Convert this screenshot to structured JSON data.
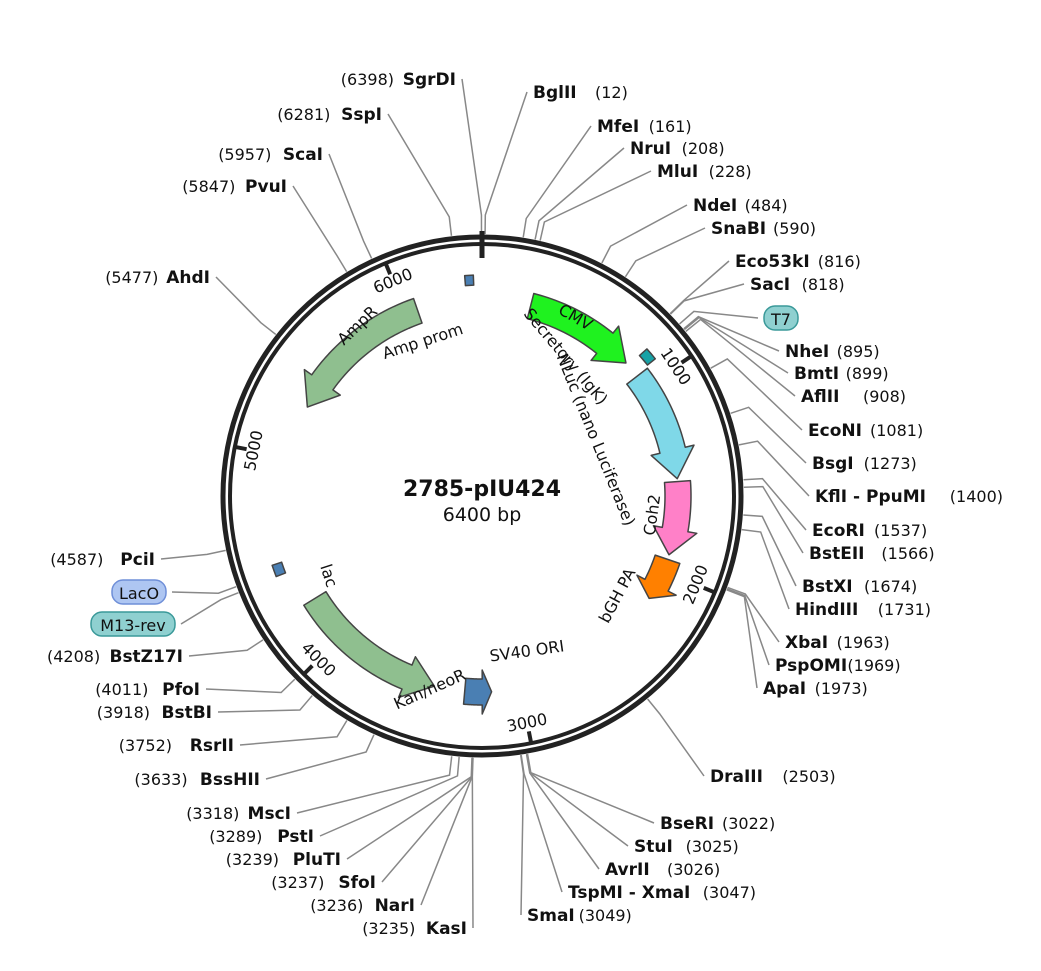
{
  "plasmid": {
    "name": "2785-pIU424",
    "length_label": "6400 bp",
    "length": 6400
  },
  "ticks": [
    {
      "pos": 1000,
      "label": "1000"
    },
    {
      "pos": 2000,
      "label": "2000"
    },
    {
      "pos": 3000,
      "label": "3000"
    },
    {
      "pos": 4000,
      "label": "4000"
    },
    {
      "pos": 5000,
      "label": "5000"
    },
    {
      "pos": 6000,
      "label": "6000"
    }
  ],
  "features": [
    {
      "name": "CMV",
      "start": 255,
      "end": 840,
      "color": "#1ff21f",
      "dir": 1
    },
    {
      "name": "Secretory (IgK)",
      "start": 858,
      "end": 918,
      "color": "#17a2a6",
      "dir": 1
    },
    {
      "name": "NLuc (nano Luciferase)",
      "start": 930,
      "end": 1510,
      "color": "#7fd8e8",
      "dir": 1
    },
    {
      "name": "Coh2",
      "start": 1525,
      "end": 1910,
      "color": "#ff80c8",
      "dir": 1
    },
    {
      "name": "bGH PA",
      "start": 1935,
      "end": 2160,
      "color": "#ff8000",
      "dir": 1
    },
    {
      "name": "SV40 ORI",
      "start": 3150,
      "end": 3290,
      "color": "#4a7fb3",
      "dir": -1
    },
    {
      "name": "Kan/neoR",
      "start": 3450,
      "end": 4240,
      "color": "#8fbf8f",
      "dir": -1
    },
    {
      "name": "lac",
      "start": 4420,
      "end": 4475,
      "color": "#4a7fb3",
      "dir": -1
    },
    {
      "name": "AmpR",
      "start": 5280,
      "end": 6060,
      "color": "#8fbf8f",
      "dir": -1
    },
    {
      "name": "Amp prom",
      "start": 6320,
      "end": 6360,
      "color": "#4a7fb3",
      "dir": -1
    }
  ],
  "sites": [
    {
      "name": "SgrDI",
      "pos": "(6398)",
      "p": 6398,
      "side": "L"
    },
    {
      "name": "SspI",
      "pos": "(6281)",
      "p": 6281,
      "side": "L"
    },
    {
      "name": "ScaI",
      "pos": "(5957)",
      "p": 5957,
      "side": "L"
    },
    {
      "name": "PvuI",
      "pos": "(5847)",
      "p": 5847,
      "side": "L"
    },
    {
      "name": "AhdI",
      "pos": "(5477)",
      "p": 5477,
      "side": "L"
    },
    {
      "name": "PciI",
      "pos": "(4587)",
      "p": 4587,
      "side": "L"
    },
    {
      "name": "LacO",
      "pos": "",
      "p": 4440,
      "side": "L",
      "box": true,
      "boxColor": "#aec6f2",
      "boxStroke": "#6f8fd8"
    },
    {
      "name": "M13-rev",
      "pos": "",
      "p": 4415,
      "side": "L",
      "box": true,
      "boxColor": "#8fd0d0",
      "boxStroke": "#3a9999"
    },
    {
      "name": "BstZ17I",
      "pos": "(4208)",
      "p": 4208,
      "side": "L"
    },
    {
      "name": "PfoI",
      "pos": "(4011)",
      "p": 4011,
      "side": "L"
    },
    {
      "name": "BstBI",
      "pos": "(3918)",
      "p": 3918,
      "side": "L"
    },
    {
      "name": "RsrII",
      "pos": "(3752)",
      "p": 3752,
      "side": "L"
    },
    {
      "name": "BssHII",
      "pos": "(3633)",
      "p": 3633,
      "side": "L"
    },
    {
      "name": "MscI",
      "pos": "(3318)",
      "p": 3318,
      "side": "L"
    },
    {
      "name": "PstI",
      "pos": "(3289)",
      "p": 3289,
      "side": "L"
    },
    {
      "name": "PluTI",
      "pos": "(3239)",
      "p": 3239,
      "side": "L"
    },
    {
      "name": "SfoI",
      "pos": "(3237)",
      "p": 3237,
      "side": "L"
    },
    {
      "name": "NarI",
      "pos": "(3236)",
      "p": 3236,
      "side": "L"
    },
    {
      "name": "KasI",
      "pos": "(3235)",
      "p": 3235,
      "side": "L"
    },
    {
      "name": "BglII",
      "pos": "(12)",
      "p": 12,
      "side": "R"
    },
    {
      "name": "MfeI",
      "pos": "(161)",
      "p": 161,
      "side": "R"
    },
    {
      "name": "NruI",
      "pos": "(208)",
      "p": 208,
      "side": "R"
    },
    {
      "name": "MluI",
      "pos": "(228)",
      "p": 228,
      "side": "R"
    },
    {
      "name": "NdeI",
      "pos": "(484)",
      "p": 484,
      "side": "R"
    },
    {
      "name": "SnaBI",
      "pos": "(590)",
      "p": 590,
      "side": "R"
    },
    {
      "name": "Eco53kI",
      "pos": "(816)",
      "p": 816,
      "side": "R"
    },
    {
      "name": "SacI",
      "pos": "(818)",
      "p": 818,
      "side": "R"
    },
    {
      "name": "T7",
      "pos": "",
      "p": 870,
      "side": "R",
      "box": true,
      "boxColor": "#8fd0d0",
      "boxStroke": "#3a9999"
    },
    {
      "name": "NheI",
      "pos": "(895)",
      "p": 895,
      "side": "R"
    },
    {
      "name": "BmtI",
      "pos": "(899)",
      "p": 899,
      "side": "R"
    },
    {
      "name": "AflII",
      "pos": "(908)",
      "p": 908,
      "side": "R"
    },
    {
      "name": "EcoNI",
      "pos": "(1081)",
      "p": 1081,
      "side": "R"
    },
    {
      "name": "BsgI",
      "pos": "(1273)",
      "p": 1273,
      "side": "R"
    },
    {
      "name": "KflI - PpuMI",
      "pos": "(1400)",
      "p": 1400,
      "side": "R"
    },
    {
      "name": "EcoRI",
      "pos": "(1537)",
      "p": 1537,
      "side": "R"
    },
    {
      "name": "BstEII",
      "pos": "(1566)",
      "p": 1566,
      "side": "R"
    },
    {
      "name": "BstXI",
      "pos": "(1674)",
      "p": 1674,
      "side": "R"
    },
    {
      "name": "HindIII",
      "pos": "(1731)",
      "p": 1731,
      "side": "R"
    },
    {
      "name": "XbaI",
      "pos": "(1963)",
      "p": 1963,
      "side": "R"
    },
    {
      "name": "PspOMI",
      "pos": "(1969)",
      "p": 1969,
      "side": "R"
    },
    {
      "name": "ApaI",
      "pos": "(1973)",
      "p": 1973,
      "side": "R"
    },
    {
      "name": "DraIII",
      "pos": "(2503)",
      "p": 2503,
      "side": "R"
    },
    {
      "name": "BseRI",
      "pos": "(3022)",
      "p": 3022,
      "side": "R"
    },
    {
      "name": "StuI",
      "pos": "(3025)",
      "p": 3025,
      "side": "R"
    },
    {
      "name": "AvrII",
      "pos": "(3026)",
      "p": 3026,
      "side": "R"
    },
    {
      "name": "TspMI - XmaI",
      "pos": "(3047)",
      "p": 3047,
      "side": "R"
    },
    {
      "name": "SmaI",
      "pos": "(3049)",
      "p": 3049,
      "side": "R"
    }
  ]
}
